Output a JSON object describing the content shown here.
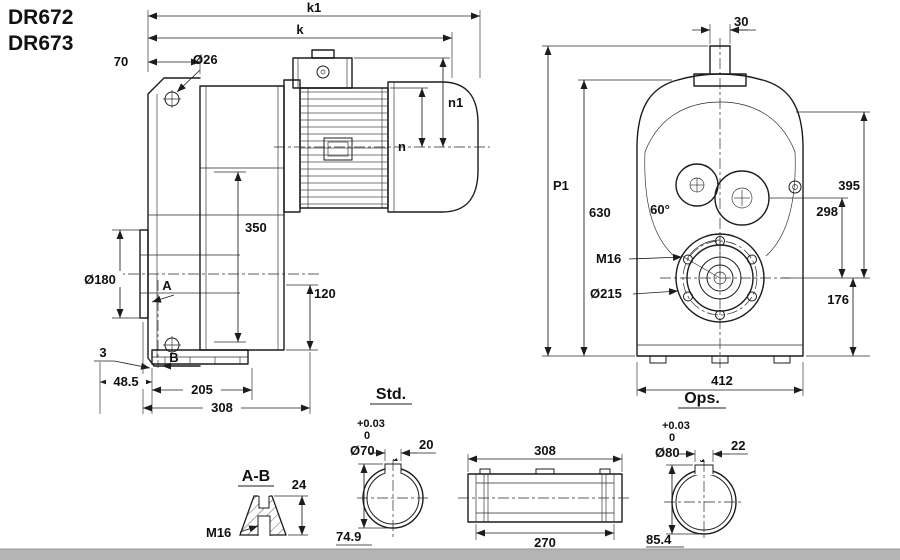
{
  "meta": {
    "background": "#ffffff",
    "ink": "#1c1c1c",
    "bottom_bar": "#b4b4b4"
  },
  "title": {
    "model_1": "DR672",
    "model_2": "DR673"
  },
  "side_view": {
    "dim_k1": "k1",
    "dim_k": "k",
    "dim_70": "70",
    "dim_hole": "Ø26",
    "dim_n1": "n1",
    "dim_n": "n",
    "dim_350": "350",
    "dim_180": "Ø180",
    "dim_120": "120",
    "marker_a": "A",
    "marker_b": "B",
    "dim_3": "3",
    "dim_48_5": "48.5",
    "dim_205": "205",
    "dim_308": "308"
  },
  "front_view": {
    "dim_30": "30",
    "dim_p1": "P1",
    "dim_630": "630",
    "dim_395": "395",
    "dim_298": "298",
    "dim_60deg": "60°",
    "dim_m16": "M16",
    "dim_215": "Ø215",
    "dim_176": "176",
    "dim_412": "412"
  },
  "section_ab": {
    "label": "A-B",
    "dim_24": "24",
    "dim_m16": "M16"
  },
  "std_bore": {
    "label": "Std.",
    "tol_upper": "+0.03",
    "tol_lower": "0",
    "dim_dia": "Ø70",
    "dim_key_w": "20",
    "dim_key_h": "74.9"
  },
  "hollow_shaft": {
    "dim_308": "308",
    "dim_270": "270"
  },
  "ops_bore": {
    "label": "Ops.",
    "tol_upper": "+0.03",
    "tol_lower": "0",
    "dim_dia": "Ø80",
    "dim_key_w": "22",
    "dim_key_h": "85.4"
  }
}
